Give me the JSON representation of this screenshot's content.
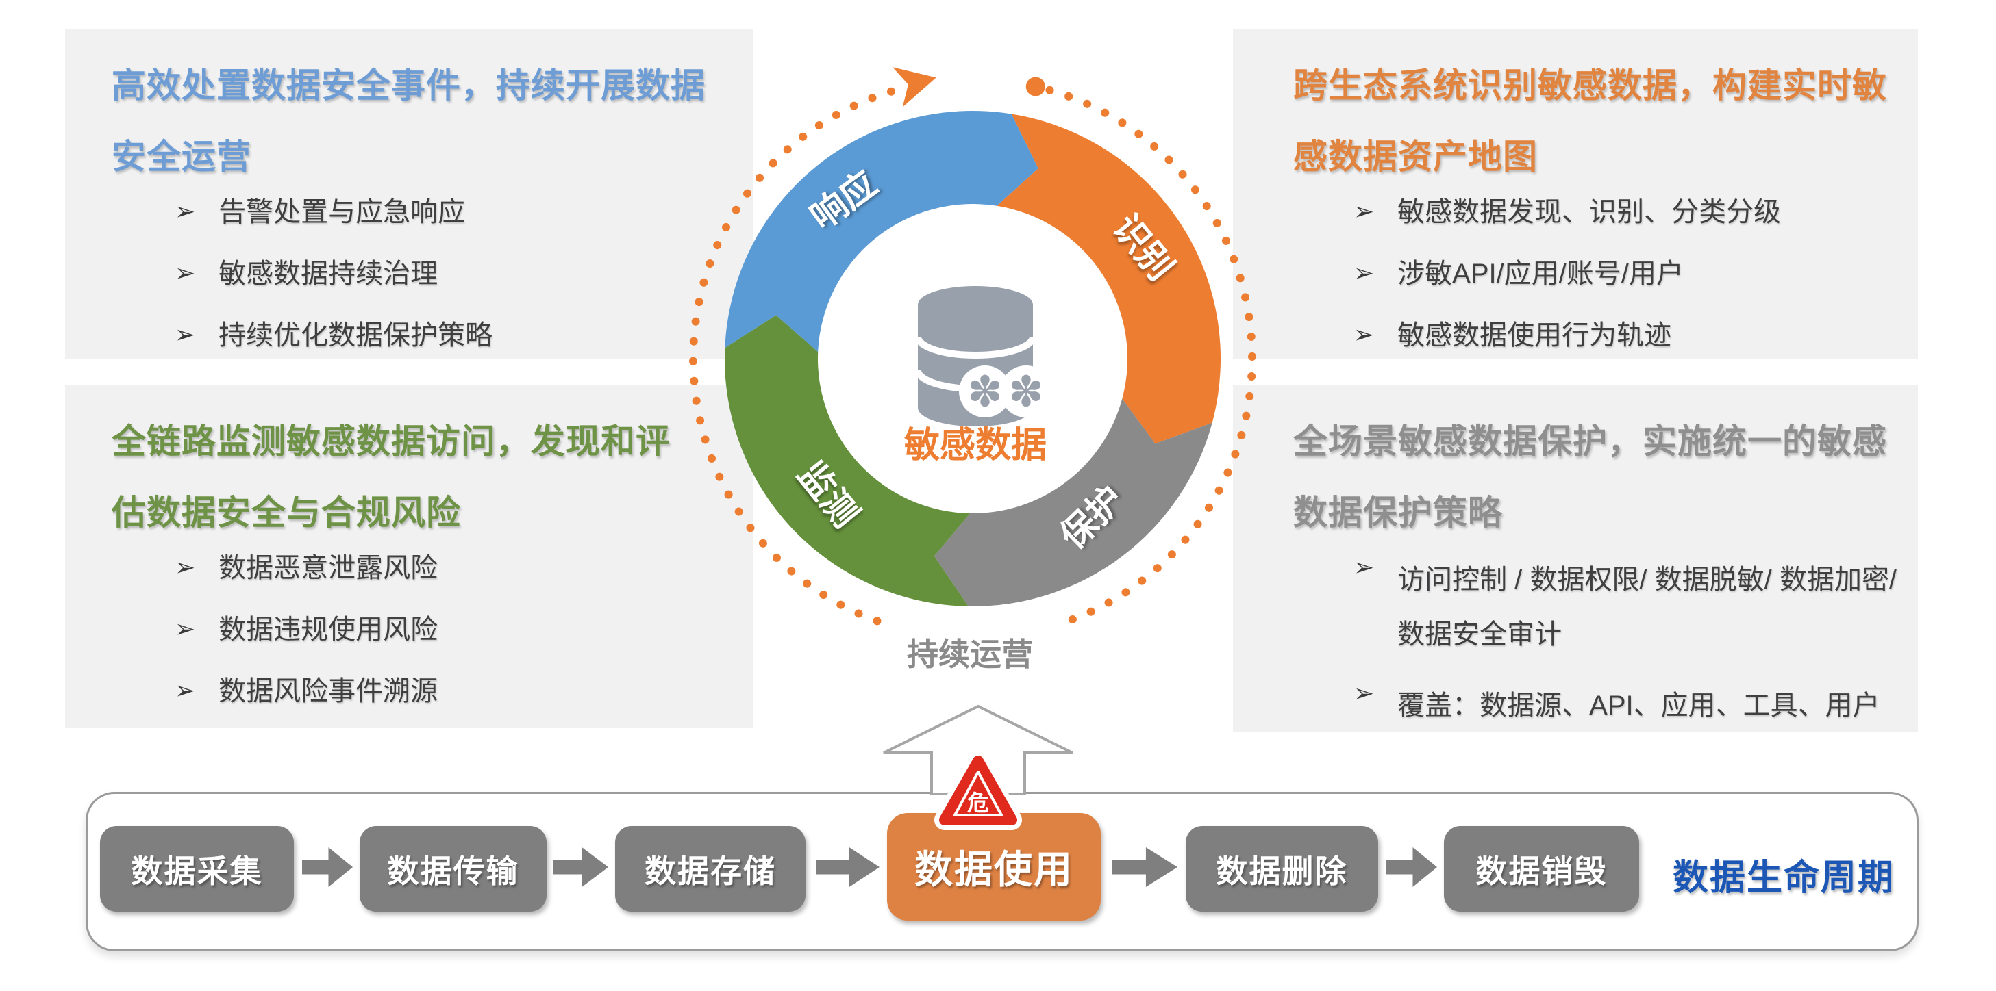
{
  "colors": {
    "panel_bg": "#f1f1f2",
    "title_blue": "#6d9dd4",
    "title_green": "#6f9346",
    "title_orange": "#e08440",
    "title_gray": "#8f8f8f",
    "ring_blue": "#5b9bd5",
    "ring_orange": "#ed7d31",
    "ring_green": "#65913c",
    "ring_gray": "#8a8a8a",
    "dotted_orange": "#ed7d31",
    "db_icon_gray": "#98a0ac",
    "stage_gray": "#7f7f7f",
    "stage_orange": "#de8244",
    "hazard_red": "#e02a1e",
    "caption_blue": "#1c57b5"
  },
  "panels": {
    "top_left": {
      "title_lines": [
        "高效处置数据安全事件，持续开展数据",
        "安全运营"
      ],
      "items": [
        "告警处置与应急响应",
        "敏感数据持续治理",
        "持续优化数据保护策略"
      ]
    },
    "top_right": {
      "title_lines": [
        "跨生态系统识别敏感数据，构建实时敏",
        "感数据资产地图"
      ],
      "items": [
        "敏感数据发现、识别、分类分级",
        "涉敏API/应用/账号/用户",
        "敏感数据使用行为轨迹"
      ]
    },
    "bottom_left": {
      "title_lines": [
        "全链路监测敏感数据访问，发现和评",
        "估数据安全与合规风险"
      ],
      "items": [
        "数据恶意泄露风险",
        "数据违规使用风险",
        "数据风险事件溯源"
      ]
    },
    "bottom_right": {
      "title_lines": [
        "全场景敏感数据保护，实施统一的敏感",
        "数据保护策略"
      ],
      "items": [
        "访问控制 / 数据权限/ 数据脱敏/ 数据加密/ 数据安全审计",
        "覆盖：数据源、API、应用、工具、用户"
      ]
    }
  },
  "cycle": {
    "segments": [
      {
        "label": "识别",
        "color": "#ed7d31"
      },
      {
        "label": "保护",
        "color": "#8a8a8a"
      },
      {
        "label": "监测",
        "color": "#65913c"
      },
      {
        "label": "响应",
        "color": "#5b9bd5"
      }
    ],
    "center_label": "敏感数据",
    "bottom_label": "持续运营",
    "asterisk": "✽"
  },
  "lifecycle": {
    "stages": [
      {
        "label": "数据采集"
      },
      {
        "label": "数据传输"
      },
      {
        "label": "数据存储"
      },
      {
        "label": "数据使用",
        "highlight": true
      },
      {
        "label": "数据删除"
      },
      {
        "label": "数据销毁"
      }
    ],
    "caption": "数据生命周期",
    "hazard_label": "危"
  }
}
